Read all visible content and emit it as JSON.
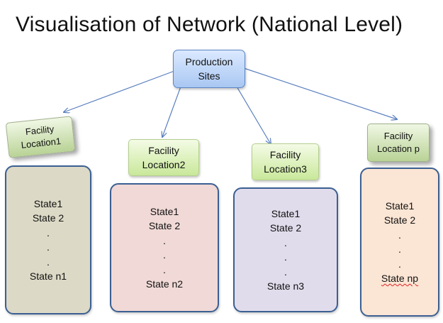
{
  "title": "Visualisation of Network (National Level)",
  "production": {
    "line1": "Production",
    "line2": "Sites"
  },
  "facilities": [
    {
      "line1": "Facility",
      "line2": "Location1"
    },
    {
      "line1": "Facility",
      "line2": "Location2"
    },
    {
      "line1": "Facility",
      "line2": "Location3"
    },
    {
      "line1": "Facility",
      "line2": "Location p"
    }
  ],
  "state_boxes": [
    {
      "lines": [
        "State1",
        "State 2",
        ".",
        ".",
        ".",
        "State n1"
      ],
      "color": "#dcd9c6"
    },
    {
      "lines": [
        "State1",
        "State 2",
        ".",
        ".",
        ".",
        "State n2"
      ],
      "color": "#f0d9d6"
    },
    {
      "lines": [
        "State1",
        "State 2",
        ".",
        ".",
        ".",
        "State n3"
      ],
      "color": "#e1dcec"
    },
    {
      "lines": [
        "State1",
        "State 2",
        ".",
        ".",
        ".",
        "State np"
      ],
      "color": "#fbe5d4"
    }
  ],
  "colors": {
    "connector": "#5a7fbf",
    "border": "#3b5f92"
  }
}
